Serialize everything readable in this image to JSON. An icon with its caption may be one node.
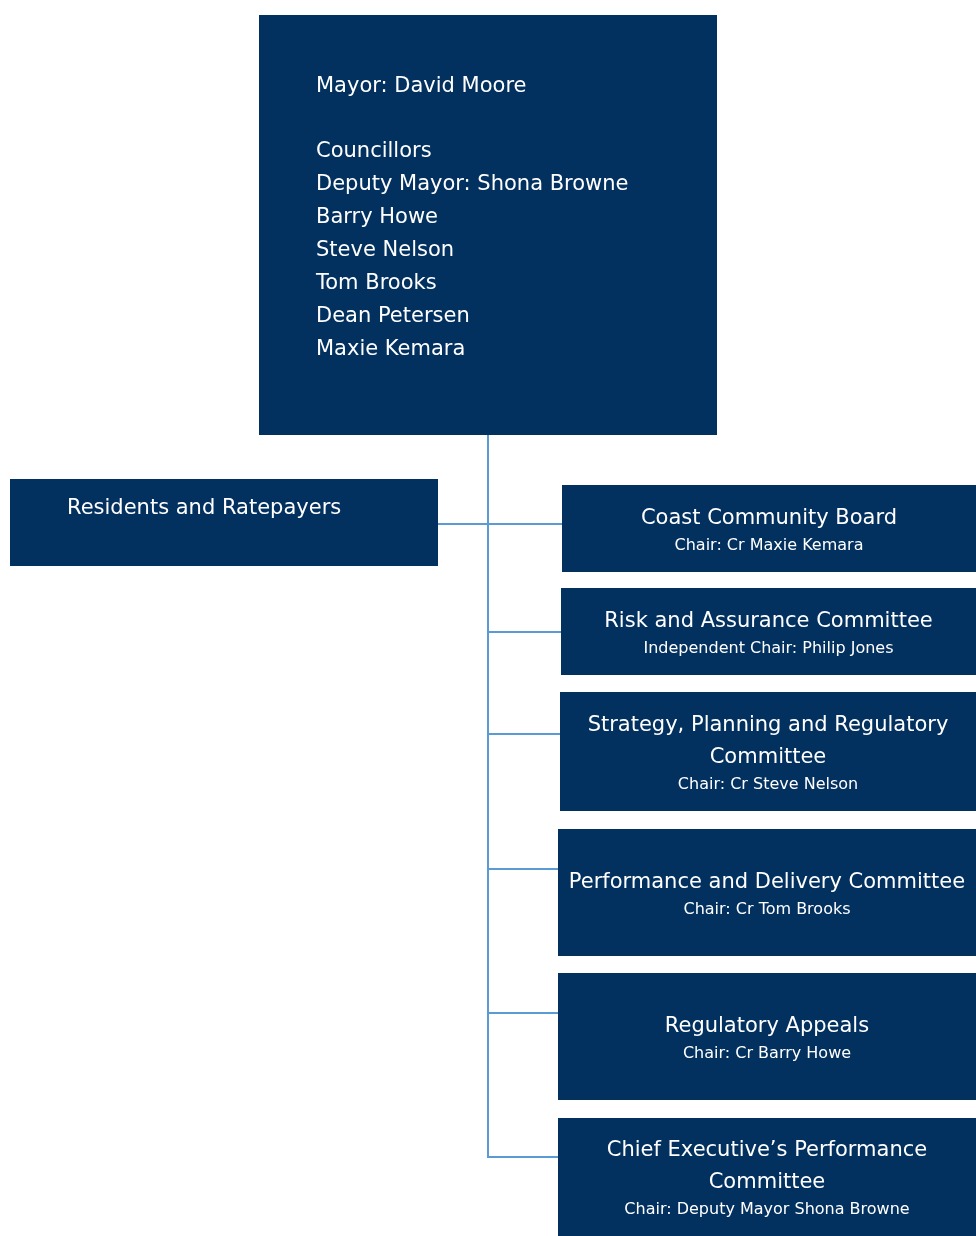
{
  "diagram": {
    "nodes": [
      {
        "text": [
          "Mayor: David Moore",
          "Councillors",
          "Deputy Mayor: Shona Browne",
          "Barry Howe",
          "Steve Nelson",
          "Tom Brooks",
          "Dean Petersen",
          "Maxie Kemara"
        ]
      },
      {
        "text": [
          "Residents and Ratepayers"
        ]
      },
      {
        "text": [
          "Coast Community  Board",
          "Chair: Cr Maxie Kemara"
        ]
      },
      {
        "text": [
          "Risk and Assurance Committee",
          "Independent Chair: Philip Jones"
        ]
      },
      {
        "text": [
          "Strategy, Planning and Regulatory Committee",
          "Chair: Cr Steve Nelson"
        ]
      },
      {
        "text": [
          "Performance and Delivery Committee",
          "Chair: Cr Tom Brooks"
        ]
      },
      {
        "text": [
          "Regulatory Appeals",
          "Chair: Cr Barry Howe"
        ]
      },
      {
        "text": [
          "Chief Executive’s Performance Committee",
          "Chair: Deputy Mayor Shona Browne"
        ]
      }
    ],
    "edges": [
      {
        "from": 0,
        "to": 1,
        "arrow": "none"
      },
      {
        "from": 0,
        "to": 2,
        "arrow": "none"
      },
      {
        "from": 0,
        "to": 3,
        "arrow": "none"
      },
      {
        "from": 0,
        "to": 4,
        "arrow": "none"
      },
      {
        "from": 0,
        "to": 5,
        "arrow": "none"
      },
      {
        "from": 0,
        "to": 6,
        "arrow": "none"
      },
      {
        "from": 0,
        "to": 7,
        "arrow": "none"
      }
    ]
  }
}
